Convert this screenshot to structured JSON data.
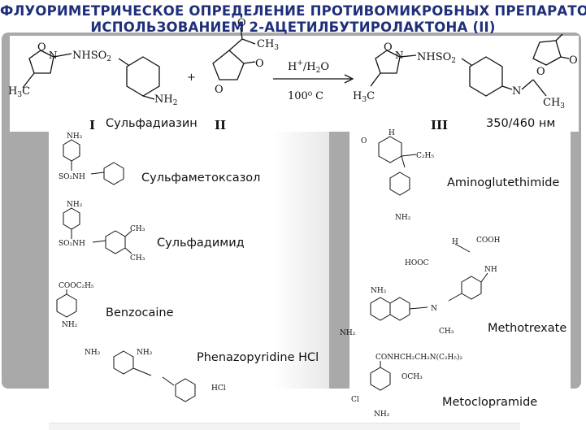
{
  "title": {
    "line1": "ФЛУОРИМЕТРИЧЕСКОЕ ОПРЕДЕЛЕНИЕ ПРОТИВОМИКРОБНЫХ ПРЕПАРАТОВ С",
    "line2": "ИСПОЛЬЗОВАНИЕМ 2-АЦЕТИЛБУТИРОЛАКТОНА (II)"
  },
  "reaction": {
    "reagent": "H",
    "reagent_sup": "+",
    "solvent": "/H",
    "solvent_sub": "2",
    "solvent_tail": "O",
    "temperature": "100⁰ C",
    "plus": "+",
    "label_I": "I",
    "name_I": "Сульфадиазин",
    "label_II": "II",
    "label_III": "III",
    "wavelengths": "350/460  нм"
  },
  "compounds": {
    "sulfamethoxazole": "Сульфаметоксазол",
    "sulfadimidine": "Сульфадимид",
    "benzocaine": "Benzocaine",
    "phenazopyridine": "Phenazopyridine HCl",
    "aminoglutethimide": "Aminoglutethimide",
    "methotrexate": "Methotrexate",
    "metoclopramide": "Metoclopramide"
  },
  "structure_text": {
    "nhso2": "NHSO",
    "sub2": "2",
    "nh2": "NH",
    "h3c": "H",
    "sub3": "3",
    "ch3": "CH",
    "c_end": "C",
    "o": "O",
    "n": "N",
    "nh2_full": "NH₂",
    "so2nh": "SO₂NH",
    "cooc2h5": "COOC₂H₅",
    "c2h5": "C₂H₅",
    "hcl": "HCl",
    "cooh": "COOH",
    "hooc": "HOOC",
    "h": "H",
    "nh": "NH",
    "conh": "CONHCH₂CH₂N(C₂H₅)₂",
    "och3": "OCH₃",
    "cl": "Cl",
    "ch3_full": "CH₃",
    "nn": "N"
  }
}
